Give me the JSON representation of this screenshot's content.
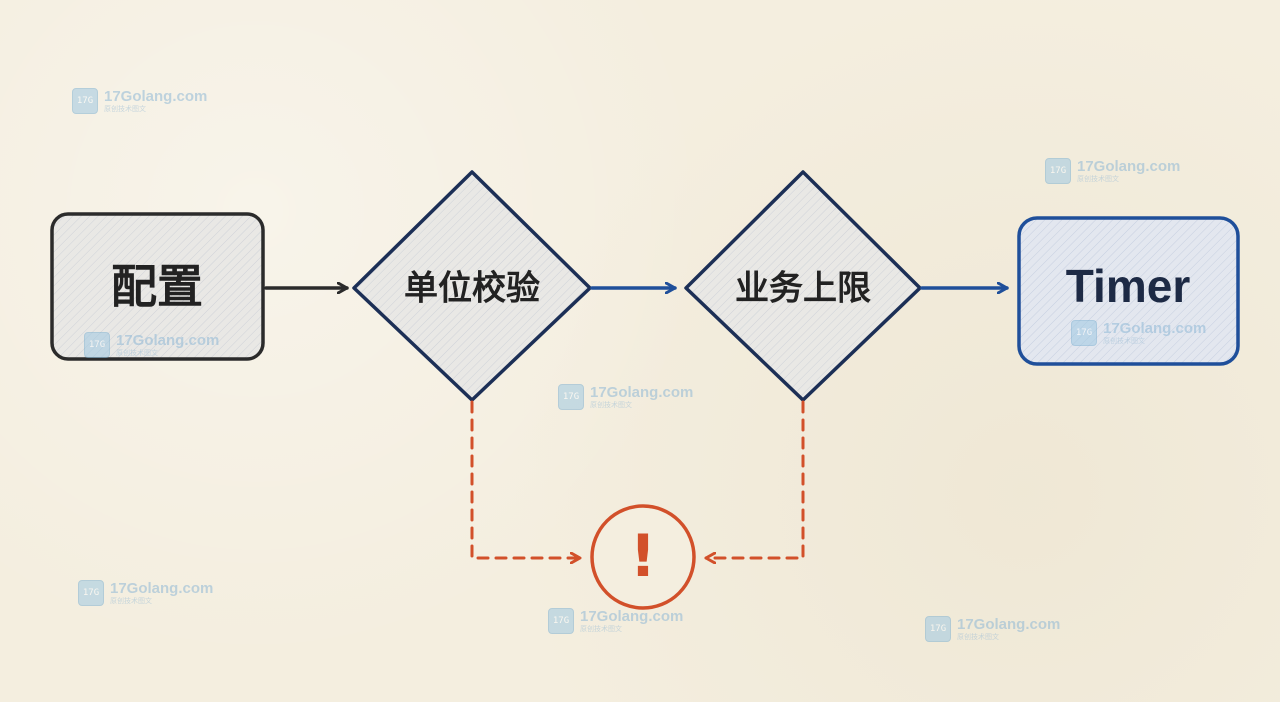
{
  "nodes": {
    "config": "配置",
    "unit_check": "单位校验",
    "business_limit": "业务上限",
    "timer": "Timer",
    "error": "!"
  },
  "watermark": {
    "title": "17Golang.com",
    "subtitle": "原创技术图文",
    "logo_icon": "17golang-logo-icon"
  },
  "colors": {
    "background": "#f4eedf",
    "black": "#2b2b2b",
    "blue": "#1f4f9a",
    "orange": "#d2502a",
    "node_fill": "#e7e6e4",
    "timer_fill": "#e1e5ee"
  }
}
